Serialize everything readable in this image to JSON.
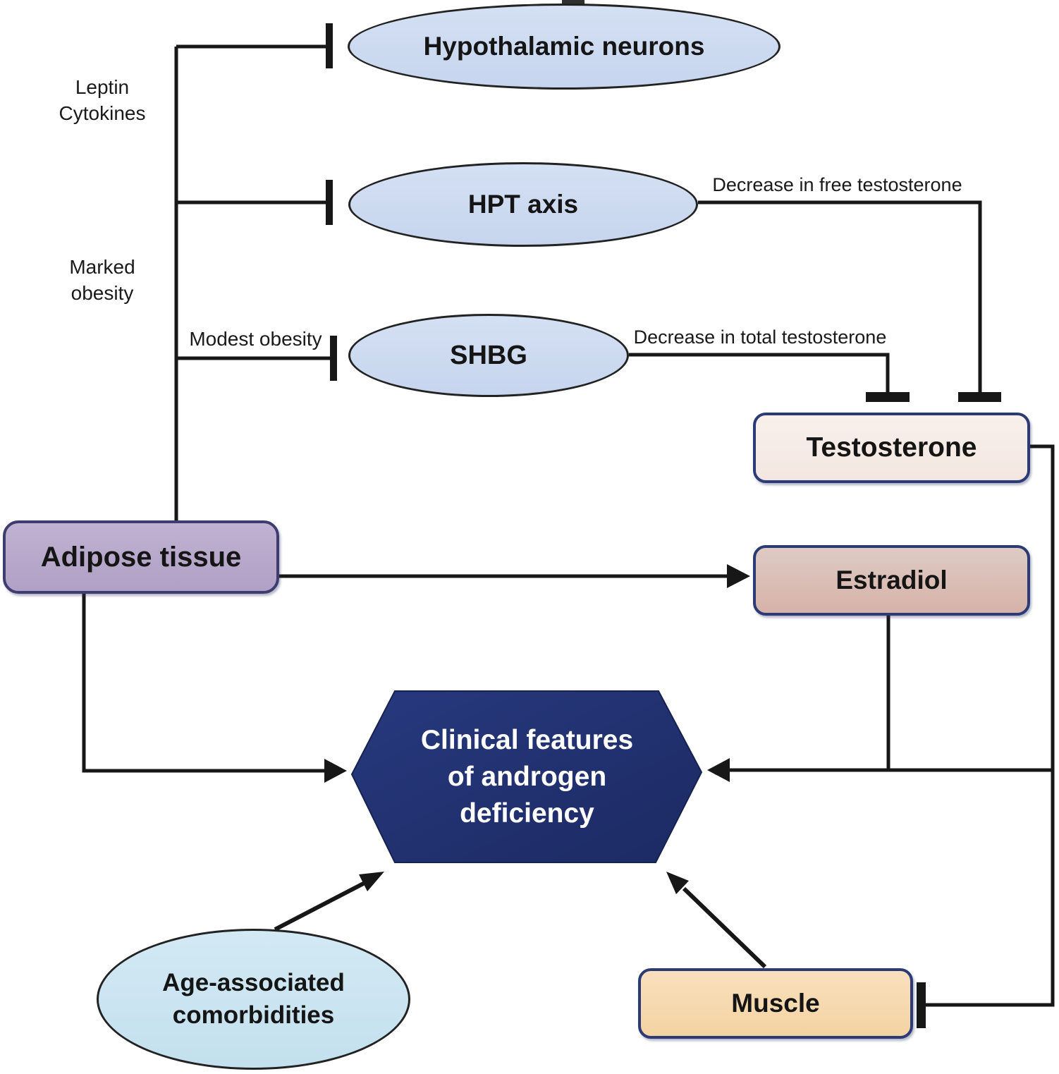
{
  "figure": {
    "title_hint": "Mechanisms linking obesity and androgen deficiency",
    "nodes": {
      "hypothalamic_neurons": {
        "label": "Hypothalamic neurons",
        "shape": "ellipse",
        "fill": "#cbd9ef"
      },
      "hpt_axis": {
        "label": "HPT axis",
        "shape": "ellipse",
        "fill": "#cbd9ef"
      },
      "shbg": {
        "label": "SHBG",
        "shape": "ellipse",
        "fill": "#cbd9ef"
      },
      "testosterone": {
        "label": "Testosterone",
        "shape": "rounded-box",
        "fill": "#f7ece7"
      },
      "estradiol": {
        "label": "Estradiol",
        "shape": "rounded-box",
        "fill": "#d9b7af"
      },
      "adipose_tissue": {
        "label": "Adipose tissue",
        "shape": "rounded-box",
        "fill": "#b6a7ca"
      },
      "clinical_features": {
        "lines": [
          "Clinical features",
          "of androgen",
          "deficiency"
        ],
        "shape": "hexagon",
        "fill": "#203070",
        "text_color": "#ffffff"
      },
      "age_comorbidities": {
        "lines": [
          "Age-associated",
          "comorbidities"
        ],
        "shape": "ellipse",
        "fill": "#c9e4f0"
      },
      "muscle": {
        "label": "Muscle",
        "shape": "rounded-box",
        "fill": "#f6d9ae"
      }
    },
    "edge_labels": {
      "leptin": [
        "Leptin",
        "Cytokines"
      ],
      "marked_obesity": [
        "Marked",
        "obesity"
      ],
      "modest_obesity": "Modest obesity",
      "decrease_free": "Decrease in free testosterone",
      "decrease_total": "Decrease in total testosterone"
    },
    "edges": [
      {
        "from": "Adipose tissue",
        "to": "Hypothalamic neurons",
        "type": "inhibition",
        "label": "Leptin Cytokines"
      },
      {
        "from": "Adipose tissue",
        "to": "HPT axis",
        "type": "inhibition",
        "label": "Marked obesity"
      },
      {
        "from": "Adipose tissue",
        "to": "SHBG",
        "type": "inhibition",
        "label": "Modest obesity"
      },
      {
        "from": "HPT axis",
        "to": "Testosterone",
        "type": "inhibition",
        "label": "Decrease in free testosterone"
      },
      {
        "from": "SHBG",
        "to": "Testosterone",
        "type": "inhibition",
        "label": "Decrease in total testosterone"
      },
      {
        "from": "Adipose tissue",
        "to": "Estradiol",
        "type": "arrow"
      },
      {
        "from": "Adipose tissue",
        "to": "Clinical features of androgen deficiency",
        "type": "arrow"
      },
      {
        "from": "Estradiol",
        "to": "Clinical features of androgen deficiency",
        "type": "arrow"
      },
      {
        "from": "Testosterone",
        "to": "Clinical features of androgen deficiency",
        "type": "arrow"
      },
      {
        "from": "Testosterone",
        "to": "Muscle",
        "type": "inhibition"
      },
      {
        "from": "Age-associated comorbidities",
        "to": "Clinical features of androgen deficiency",
        "type": "arrow"
      },
      {
        "from": "Muscle",
        "to": "Clinical features of androgen deficiency",
        "type": "arrow"
      }
    ],
    "colors": {
      "line": "#171717",
      "box_border": "#2c3a76",
      "ellipse_border": "#222222",
      "hexagon_fill": "#203070",
      "ellipse_blue": "#cbd9ef",
      "ellipse_cyan": "#c9e4f0",
      "testosterone_fill": "#f7ece7",
      "estradiol_fill": "#d9b7af",
      "adipose_fill": "#b6a7ca",
      "muscle_fill": "#f6d9ae"
    }
  }
}
